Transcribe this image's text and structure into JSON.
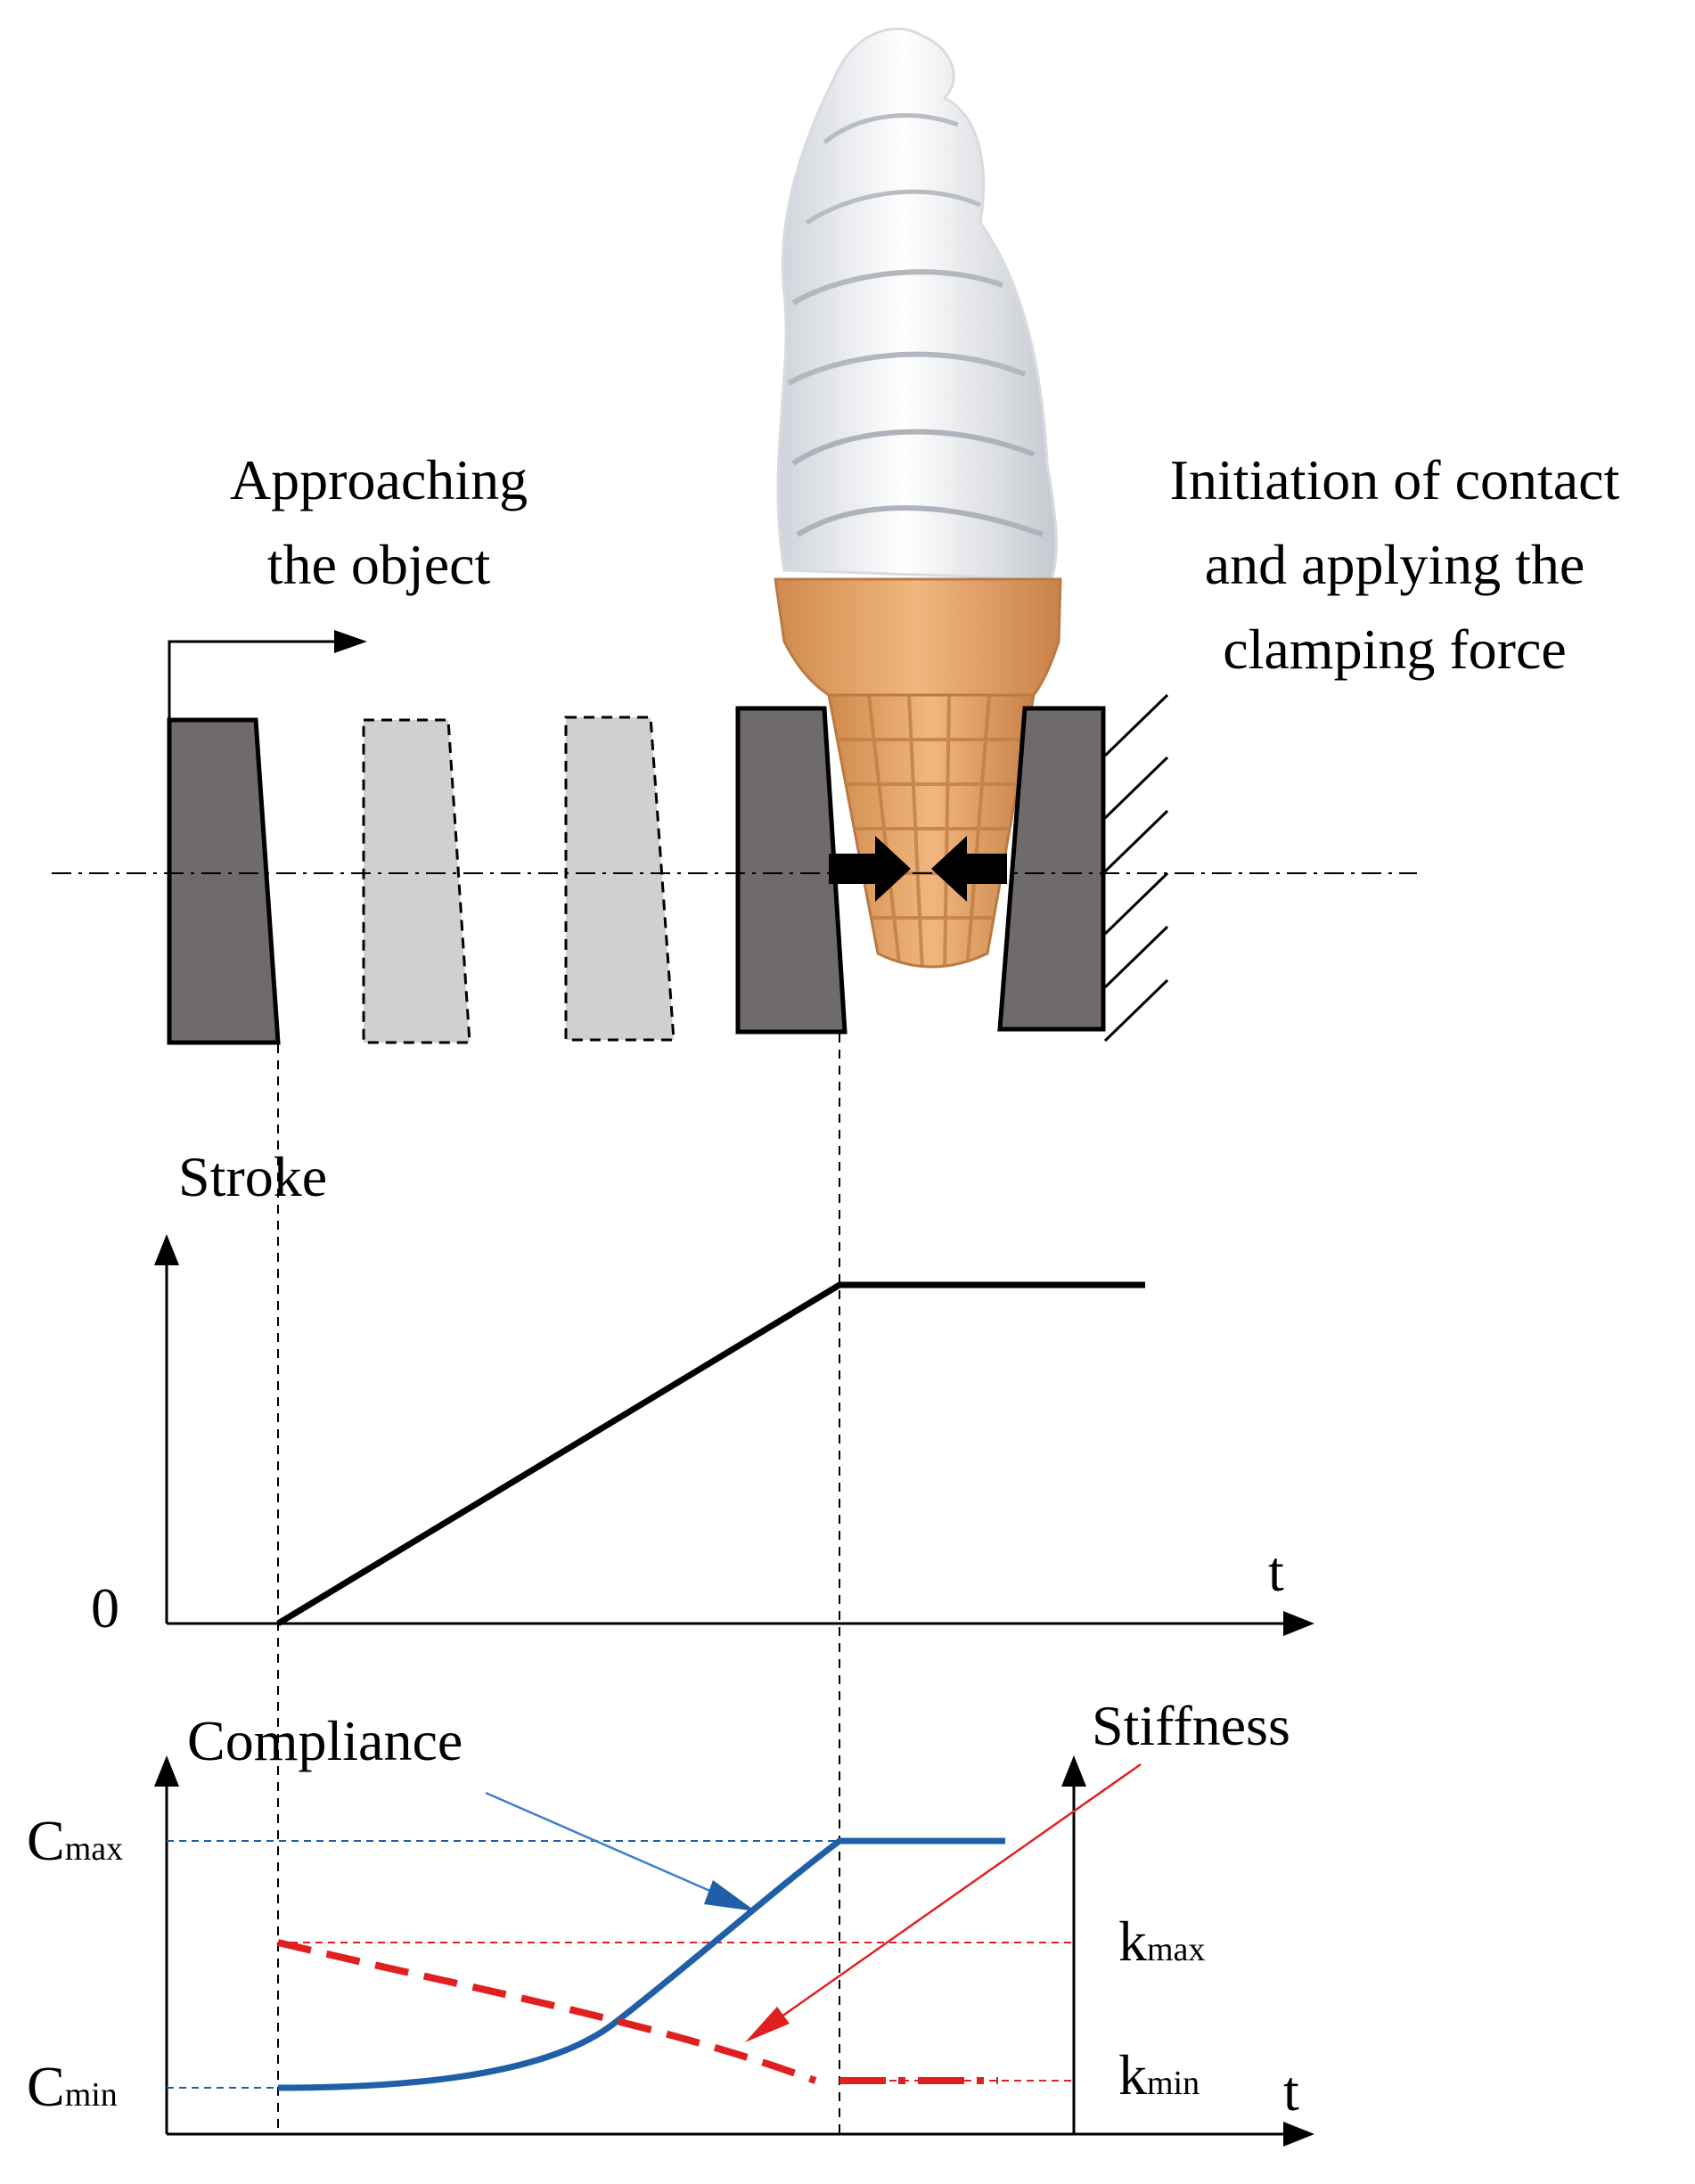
{
  "labels": {
    "approach_line1": "Approaching",
    "approach_line2": "the object",
    "contact_line1": "Initiation of contact",
    "contact_line2": "and applying the",
    "contact_line3": "clamping force",
    "stroke": "Stroke",
    "zero": "0",
    "t_axis": "t",
    "compliance": "Compliance",
    "stiffness": "Stiffness",
    "c_letter": "C",
    "cmax_sub": "max",
    "cmin_sub": "min",
    "k_letter": "k",
    "kmax_sub": "max",
    "kmin_sub": "min"
  },
  "colors": {
    "jaw_solid": "#6f6b6a",
    "jaw_ghost": "#d1cfd0",
    "compliance": "#1f5fa8",
    "compliance_pointer": "#3f80d0",
    "stiffness": "#e02020",
    "cone": "#e3a56a",
    "cream": "#f4f4f6"
  },
  "icons": {
    "object": "ice-cream-cone-icon",
    "clamp_arrow": "clamp-arrow-icon",
    "ground": "fixed-support-icon"
  }
}
